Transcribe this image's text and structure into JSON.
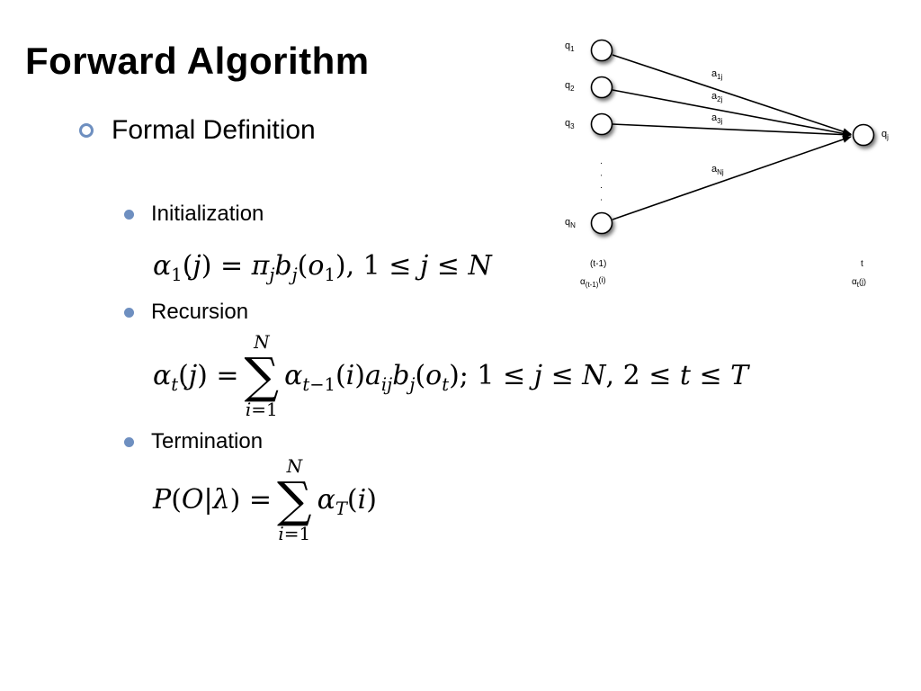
{
  "title": "Forward Algorithm",
  "bullet_main": "Formal Definition",
  "steps": {
    "initialization": "Initialization",
    "recursion": "Recursion",
    "termination": "Termination"
  },
  "diagram": {
    "source_nodes": [
      {
        "label": "q",
        "sub": "1"
      },
      {
        "label": "q",
        "sub": "2"
      },
      {
        "label": "q",
        "sub": "3"
      },
      {
        "label": "q",
        "sub": "N"
      }
    ],
    "target_node": {
      "label": "q",
      "sub": "j"
    },
    "edges": [
      {
        "label": "a",
        "sub": "1j"
      },
      {
        "label": "a",
        "sub": "2j"
      },
      {
        "label": "a",
        "sub": "3j"
      },
      {
        "label": "a",
        "sub": "Nj"
      }
    ],
    "ellipsis": ". . . .",
    "left_time": "(t-1)",
    "left_alpha": {
      "symbol": "α",
      "sub": "(t-1)",
      "arg": "(i)"
    },
    "right_time": "t",
    "right_alpha": {
      "symbol": "α",
      "sub": "t",
      "arg": "(j)"
    }
  }
}
